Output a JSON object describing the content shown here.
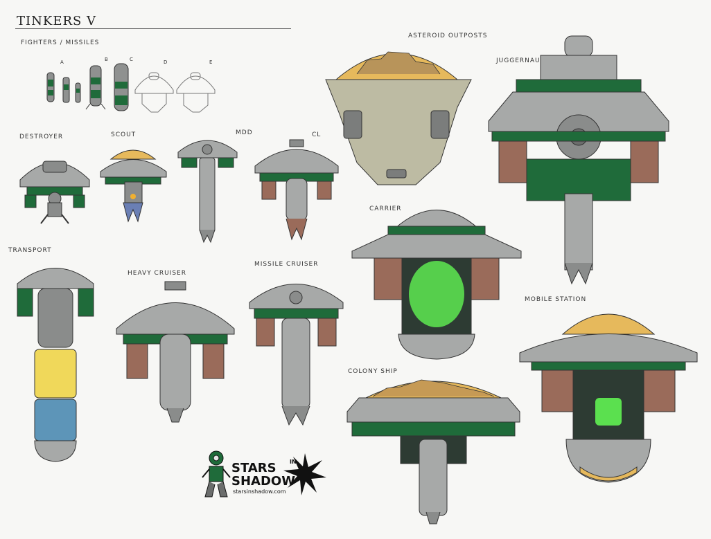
{
  "sheet": {
    "title": "TINKERS V",
    "labels": {
      "fighters": "FIGHTERS / MISSILES",
      "a": "A",
      "b": "B",
      "c": "C",
      "d": "D",
      "e": "E",
      "destroyer": "DESTROYER",
      "scout": "SCOUT",
      "mdd": "MDD",
      "cl": "CL",
      "asteroid": "ASTEROID OUTPOSTS",
      "juggernaut": "JUGGERNAUT",
      "transport": "TRANSPORT",
      "heavy_cruiser": "HEAVY CRUISER",
      "missile_cruiser": "MISSILE CRUISER",
      "carrier": "CARRIER",
      "mobile_station": "MOBILE STATION",
      "colony_ship": "COLONY SHIP"
    }
  },
  "logo": {
    "line1": "STARS",
    "line2": "SHADOW",
    "in": "IN",
    "url": "starsinshadow.com"
  },
  "colors": {
    "hull": "#a7a9a8",
    "hull_dark": "#6b6d6c",
    "green": "#1f6b3a",
    "dome": "#e6b95c",
    "glow": "#5be04f",
    "yellow_cargo": "#f0d85a",
    "blue_cargo": "#5d95b8",
    "rust": "#9a6b5a"
  }
}
